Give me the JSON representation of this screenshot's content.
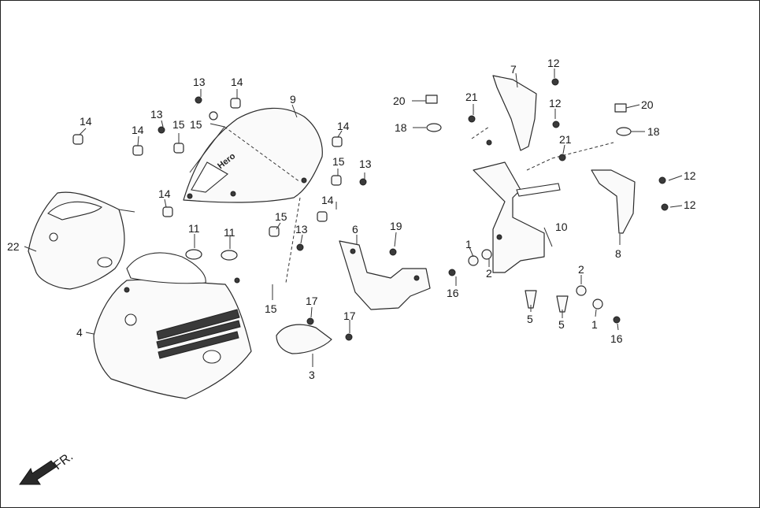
{
  "diagram": {
    "brand_mark": "Hero",
    "direction_label": "FR."
  },
  "callouts": [
    {
      "id": "c-13a",
      "text": "13"
    },
    {
      "id": "c-14a",
      "text": "14"
    },
    {
      "id": "c-9",
      "text": "9"
    },
    {
      "id": "c-13b",
      "text": "13"
    },
    {
      "id": "c-15a",
      "text": "15"
    },
    {
      "id": "c-15b",
      "text": "15"
    },
    {
      "id": "c-14b",
      "text": "14"
    },
    {
      "id": "c-14c",
      "text": "14"
    },
    {
      "id": "c-14d",
      "text": "14"
    },
    {
      "id": "c-15c",
      "text": "15"
    },
    {
      "id": "c-13c",
      "text": "13"
    },
    {
      "id": "c-14e",
      "text": "14"
    },
    {
      "id": "c-14f",
      "text": "14"
    },
    {
      "id": "c-15d",
      "text": "15"
    },
    {
      "id": "c-13d",
      "text": "13"
    },
    {
      "id": "c-11a",
      "text": "11"
    },
    {
      "id": "c-11b",
      "text": "11"
    },
    {
      "id": "c-22",
      "text": "22"
    },
    {
      "id": "c-4",
      "text": "4"
    },
    {
      "id": "c-15e",
      "text": "15"
    },
    {
      "id": "c-17a",
      "text": "17"
    },
    {
      "id": "c-17b",
      "text": "17"
    },
    {
      "id": "c-3",
      "text": "3"
    },
    {
      "id": "c-6",
      "text": "6"
    },
    {
      "id": "c-19",
      "text": "19"
    },
    {
      "id": "c-20a",
      "text": "20"
    },
    {
      "id": "c-18a",
      "text": "18"
    },
    {
      "id": "c-21a",
      "text": "21"
    },
    {
      "id": "c-7",
      "text": "7"
    },
    {
      "id": "c-12a",
      "text": "12"
    },
    {
      "id": "c-12b",
      "text": "12"
    },
    {
      "id": "c-21b",
      "text": "21"
    },
    {
      "id": "c-20b",
      "text": "20"
    },
    {
      "id": "c-18b",
      "text": "18"
    },
    {
      "id": "c-12c",
      "text": "12"
    },
    {
      "id": "c-12d",
      "text": "12"
    },
    {
      "id": "c-8",
      "text": "8"
    },
    {
      "id": "c-10",
      "text": "10"
    },
    {
      "id": "c-1a",
      "text": "1"
    },
    {
      "id": "c-2a",
      "text": "2"
    },
    {
      "id": "c-16a",
      "text": "16"
    },
    {
      "id": "c-2b",
      "text": "2"
    },
    {
      "id": "c-5a",
      "text": "5"
    },
    {
      "id": "c-5b",
      "text": "5"
    },
    {
      "id": "c-1b",
      "text": "1"
    },
    {
      "id": "c-16b",
      "text": "16"
    }
  ]
}
